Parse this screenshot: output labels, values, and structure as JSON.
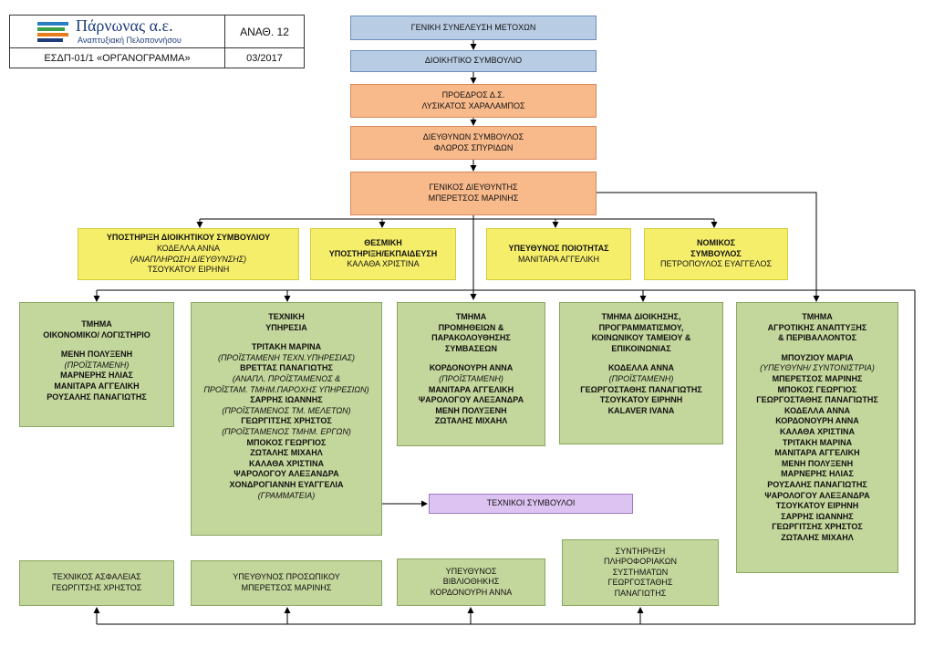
{
  "header": {
    "logo": {
      "name": "Πάρνωνας α.ε.",
      "subtitle": "Αναπτυξιακή Πελοποννήσου",
      "icon": "parnonas-logo-icon"
    },
    "doc_code": "ΕΣΔΠ-01/1 «ΟΡΓΑΝΟΓΡΑΜΜΑ»",
    "revision": "ΑΝΑΘ. 12",
    "date": "03/2017"
  },
  "colors": {
    "governance": "#b8cce4",
    "management": "#f8b98b",
    "staff_support": "#f5ee6b",
    "departments": "#c3d69b",
    "consultants": "#ddc3f2",
    "connector": "#000000"
  },
  "boxes": {
    "general_assembly": {
      "title": "ΓΕΝΙΚΗ ΣΥΝΕΛΕΥΣΗ ΜΕΤΟΧΩΝ"
    },
    "board": {
      "title": "ΔΙΟΙΚΗΤΙΚΟ ΣΥΜΒΟΥΛΙΟ"
    },
    "president": {
      "title": "ΠΡΟΕΔΡΟΣ Δ.Σ.",
      "name": "ΛΥΣΙΚΑΤΟΣ ΧΑΡΑΛΑΜΠΟΣ"
    },
    "managing_director": {
      "title": "ΔΙΕΥΘΥΝΩΝ ΣΥΜΒΟΥΛΟΣ",
      "name": "ΦΛΩΡΟΣ ΣΠΥΡΙΔΩΝ"
    },
    "general_manager": {
      "title": "ΓΕΝΙΚΟΣ ΔΙΕΥΘΥΝΤΗΣ",
      "name": "ΜΠΕΡΕΤΣΟΣ ΜΑΡΙΝΗΣ"
    },
    "board_support": {
      "title": "ΥΠΟΣΤΗΡΙΞΗ ΔΙΟΙΚΗΤΙΚΟΥ ΣΥΜΒΟΥΛΙΟΥ",
      "name": "ΚΟΔΕΛΛΑ ΑΝΝΑ",
      "note": "(ΑΝΑΠΛΗΡΩΣΗ ΔΙΕΥΘΥΝΣΗΣ)",
      "name2": "ΤΣΟΥΚΑΤΟΥ ΕΙΡΗΝΗ"
    },
    "institutional_support": {
      "title1": "ΘΕΣΜΙΚΗ",
      "title2": "ΥΠΟΣΤΗΡΙΞΗ/ΕΚΠΑΙΔΕΥΣΗ",
      "name": "ΚΑΛΑΘΑ ΧΡΙΣΤΙΝΑ"
    },
    "quality_manager": {
      "title": "ΥΠΕΥΘΥΝΟΣ ΠΟΙΟΤΗΤΑΣ",
      "name": "ΜΑΝΙΤΑΡΑ ΑΓΓΕΛΙΚΗ"
    },
    "legal_advisor": {
      "title1": "ΝΟΜΙΚΟΣ",
      "title2": "ΣΥΜΒΟΥΛΟΣ",
      "name": "ΠΕΤΡΟΠΟΥΛΟΣ ΕΥΑΓΓΕΛΟΣ"
    },
    "finance_dept": {
      "title1": "ΤΜΗΜΑ",
      "title2": "ΟΙΚΟΝΟΜΙΚΟ/ ΛΟΓΙΣΤΗΡΙΟ",
      "l1": "ΜΕΝΗ ΠΟΛΥΞΕΝΗ",
      "l2": "(ΠΡΟΪΣΤΑΜΕΝΗ)",
      "l3": "ΜΑΡΝΕΡΗΣ ΗΛΙΑΣ",
      "l4": "ΜΑΝΙΤΑΡΑ ΑΓΓΕΛΙΚΗ",
      "l5": "ΡΟΥΣΑΛΗΣ ΠΑΝΑΓΙΩΤΗΣ"
    },
    "technical_service": {
      "title1": "ΤΕΧΝΙΚΗ",
      "title2": "ΥΠΗΡΕΣΙΑ",
      "l1": "ΤΡΙΤΑΚΗ ΜΑΡΙΝΑ",
      "l2": "(ΠΡΟΪΣΤΑΜΕΝΗ ΤΕΧΝ.ΥΠΗΡΕΣΙΑΣ)",
      "l3": "ΒΡΕΤΤΑΣ ΠΑΝΑΓΙΩΤΗΣ",
      "l4": "(ΑΝΑΠΛ. ΠΡΟΪΣΤΑΜΕΝΟΣ &",
      "l5": "ΠΡΟΪΣΤΑΜ. ΤΜΗΜ.ΠΑΡΟΧΗΣ ΥΠΗΡΕΣΙΩΝ)",
      "l6": "ΣΑΡΡΗΣ ΙΩΑΝΝΗΣ",
      "l7": "(ΠΡΟΪΣΤΑΜΕΝΟΣ ΤΜ. ΜΕΛΕΤΩΝ)",
      "l8": "ΓΕΩΡΓΙΤΣΗΣ ΧΡΗΣΤΟΣ",
      "l9": "(ΠΡΟΪΣΤΑΜΕΝΟΣ ΤΜΗΜ. ΕΡΓΩΝ)",
      "l10": "ΜΠΟΚΟΣ ΓΕΩΡΓΙΟΣ",
      "l11": "ΖΩΤΑΛΗΣ ΜΙΧΑΗΛ",
      "l12": "ΚΑΛΑΘΑ ΧΡΙΣΤΙΝΑ",
      "l13": "ΨΑΡΟΛΟΓΟΥ ΑΛΕΞΑΝΔΡΑ",
      "l14": "ΧΟΝΔΡΟΓΙΑΝΝΗ ΕΥΑΓΓΕΛΙΑ",
      "l15": "(ΓΡΑΜΜΑΤΕΙΑ)"
    },
    "procurement_dept": {
      "title1": "ΤΜΗΜΑ",
      "title2": "ΠΡΟΜΗΘΕΙΩΝ &",
      "title3": "ΠΑΡΑΚΟΛΟΥΘΗΣΗΣ",
      "title4": "ΣΥΜΒΑΣΕΩΝ",
      "l1": "ΚΟΡΔΟΝΟΥΡΗ ΑΝΝΑ",
      "l2": "(ΠΡΟΪΣΤΑΜΕΝΗ)",
      "l3": "ΜΑΝΙΤΑΡΑ ΑΓΓΕΛΙΚΗ",
      "l4": "ΨΑΡΟΛΟΓΟΥ ΑΛΕΞΑΝΔΡΑ",
      "l5": "ΜΕΝΗ ΠΟΛΥΞΕΝΗ",
      "l6": "ΖΩΤΑΛΗΣ ΜΙΧΑΗΛ"
    },
    "admin_dept": {
      "title1": "ΤΜΗΜΑ ΔΙΟΙΚΗΣΗΣ,",
      "title2": "ΠΡΟΓΡΑΜΜΑΤΙΣΜΟΥ,",
      "title3": "ΚΟΙΝΩΝΙΚΟΥ ΤΑΜΕΙΟΥ &",
      "title4": "ΕΠΙΚΟΙΝΩΝΙΑΣ",
      "l1": "ΚΟΔΕΛΛΑ ΑΝΝΑ",
      "l2": "(ΠΡΟΪΣΤΑΜΕΝΗ)",
      "l3": "ΓΕΩΡΓΟΣΤΑΘΗΣ ΠΑΝΑΓΙΩΤΗΣ",
      "l4": "ΤΣΟΥΚΑΤΟΥ ΕΙΡΗΝΗ",
      "l5": "KALAVER IVANA"
    },
    "agri_dept": {
      "title1": "ΤΜΗΜΑ",
      "title2": "ΑΓΡΟΤΙΚΗΣ ΑΝΑΠΤΥΞΗΣ",
      "title3": "& ΠΕΡΙΒΑΛΛΟΝΤΟΣ",
      "l1": "ΜΠΟΥΖΙΟΥ ΜΑΡΙΑ",
      "l2": "(ΥΠΕΥΘΥΝΗ/ ΣΥΝΤΟΝΙΣΤΡΙΑ)",
      "l3": "ΜΠΕΡΕΤΣΟΣ ΜΑΡΙΝΗΣ",
      "l4": "ΜΠΟΚΟΣ ΓΕΩΡΓΙΟΣ",
      "l5": "ΓΕΩΡΓΟΣΤΑΘΗΣ ΠΑΝΑΓΙΩΤΗΣ",
      "l6": "ΚΟΔΕΛΛΑ ΑΝΝΑ",
      "l7": "ΚΟΡΔΟΝΟΥΡΗ ΑΝΝΑ",
      "l8": "ΚΑΛΑΘΑ ΧΡΙΣΤΙΝΑ",
      "l9": "ΤΡΙΤΑΚΗ ΜΑΡΙΝΑ",
      "l10": "ΜΑΝΙΤΑΡΑ ΑΓΓΕΛΙΚΗ",
      "l11": "ΜΕΝΗ ΠΟΛΥΞΕΝΗ",
      "l12": "ΜΑΡΝΕΡΗΣ ΗΛΙΑΣ",
      "l13": "ΡΟΥΣΑΛΗΣ ΠΑΝΑΓΙΩΤΗΣ",
      "l14": "ΨΑΡΟΛΟΓΟΥ ΑΛΕΞΑΝΔΡΑ",
      "l15": "ΤΣΟΥΚΑΤΟΥ ΕΙΡΗΝΗ",
      "l16": "ΣΑΡΡΗΣ ΙΩΑΝΝΗΣ",
      "l17": "ΓΕΩΡΓΙΤΣΗΣ ΧΡΗΣΤΟΣ",
      "l18": "ΖΩΤΑΛΗΣ ΜΙΧΑΗΛ"
    },
    "technical_consultants": {
      "title": "ΤΕΧΝΙΚΟΙ ΣΥΜΒΟΥΛΟΙ"
    },
    "safety_officer": {
      "title": "ΤΕΧΝΙΚΟΣ ΑΣΦΑΛΕΙΑΣ",
      "name": "ΓΕΩΡΓΙΤΣΗΣ ΧΡΗΣΤΟΣ"
    },
    "hr_manager": {
      "title": "ΥΠΕΥΘΥΝΟΣ ΠΡΟΣΩΠΙΚΟΥ",
      "name": "ΜΠΕΡΕΤΣΟΣ ΜΑΡΙΝΗΣ"
    },
    "library_manager": {
      "title1": "ΥΠΕΥΘΥΝΟΣ",
      "title2": "ΒΙΒΛΙΟΘΗΚΗΣ",
      "name": "ΚΟΡΔΟΝΟΥΡΗ ΑΝΝΑ"
    },
    "it_maintenance": {
      "title1": "ΣΥΝΤΗΡΗΣΗ",
      "title2": "ΠΛΗΡΟΦΟΡΙΑΚΩΝ",
      "title3": "ΣΥΣΤΗΜΑΤΩΝ",
      "name1": "ΓΕΩΡΓΟΣΤΑΘΗΣ",
      "name2": "ΠΑΝΑΓΙΩΤΗΣ"
    }
  }
}
